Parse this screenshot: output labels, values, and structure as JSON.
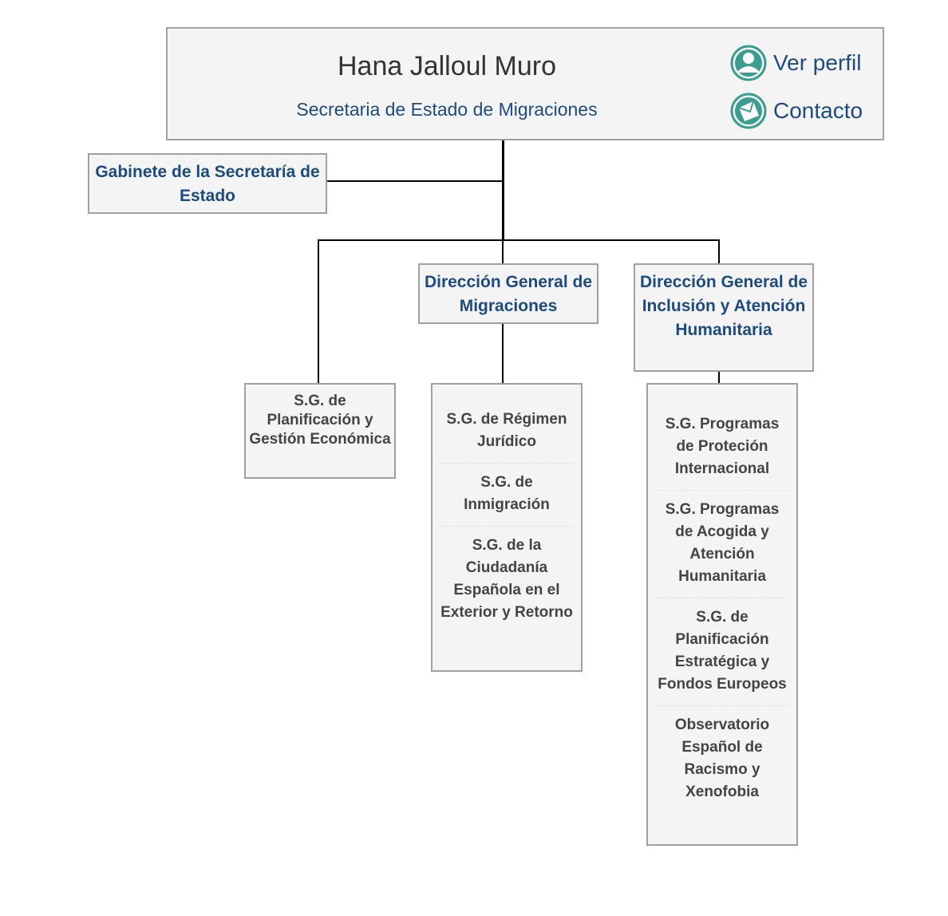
{
  "head": {
    "name": "Hana Jalloul Muro",
    "org": "Secretaria de Estado de Migraciones",
    "actions": [
      {
        "label": "Ver perfil",
        "icon": "user-profile-icon"
      },
      {
        "label": "Contacto",
        "icon": "envelope-icon"
      }
    ]
  },
  "cabinet": {
    "label": "Gabinete de la Secretaría de Estado"
  },
  "units": [
    {
      "label": "S.G. de Planificación y Gestión Económica"
    },
    {
      "label": "Dirección General de Migraciones",
      "children": [
        "S.G. de Régimen Jurídico",
        "S.G. de Inmigración",
        "S.G. de la Ciudadanía Española en el Exterior y Retorno"
      ]
    },
    {
      "label": "Dirección General de Inclusión y Atención Humanitaria",
      "children": [
        "S.G. Programas de Proteción Internacional",
        "S.G. Programas de Acogida y Atención Humanitaria",
        "S.G. de Planificación Estratégica y Fondos Europeos",
        "Observatorio Español de Racismo y Xenofobia"
      ]
    }
  ],
  "colors": {
    "accent": "#1d4b7e",
    "icon": "#3a9d8f",
    "box_bg": "#f4f4f4",
    "box_border": "#a0a0a0"
  }
}
